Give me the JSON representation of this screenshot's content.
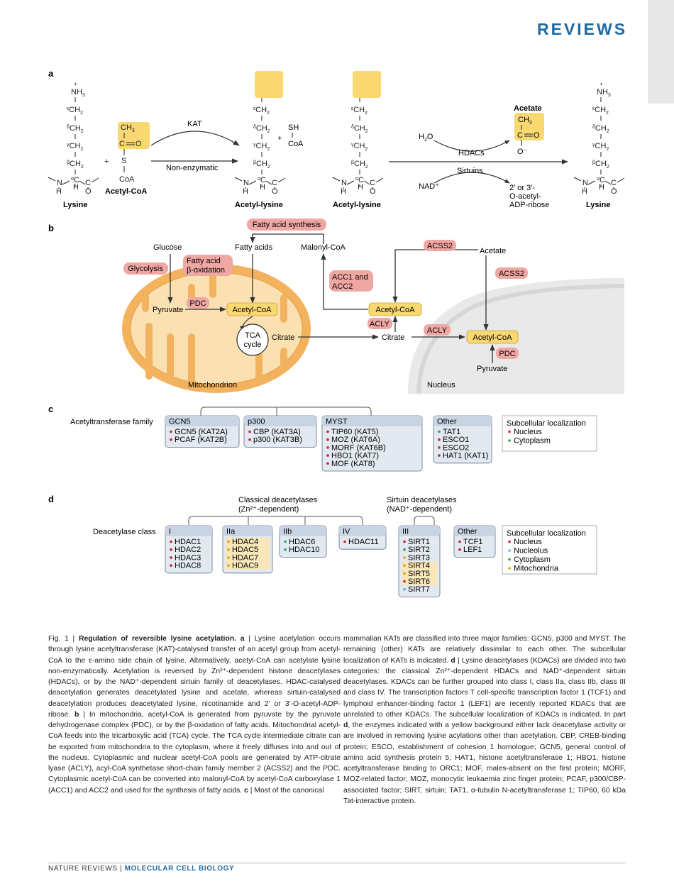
{
  "header": {
    "section": "REVIEWS"
  },
  "panels": {
    "a": {
      "letter": "a",
      "kat": "KAT",
      "nonenzymatic": "Non-enzymatic",
      "plus": "+",
      "hdacs": "HDACs",
      "sirtuins": "Sirtuins",
      "h2o": "H2O",
      "nad": "NAD⁺",
      "acetate": "Acetate",
      "o_minus": "O⁻",
      "oacetyl": [
        "2′ or 3′-",
        "O-acetyl-",
        "ADP-ribose"
      ],
      "labels": [
        "Lysine",
        "Acetyl-CoA",
        "Acetyl-lysine",
        "Acetyl-lysine",
        "Lysine"
      ],
      "sh": "SH",
      "coa": "CoA",
      "s": "S"
    },
    "b": {
      "letter": "b",
      "fatty_acid_synthesis": "Fatty acid synthesis",
      "glucose": "Glucose",
      "fatty_acids": "Fatty acids",
      "malonyl_coa": "Malonyl-CoA",
      "fatty_acid_beta": [
        "Fatty acid",
        "β-oxidation"
      ],
      "glycolysis": "Glycolysis",
      "acss2": "ACSS2",
      "acetate": "Acetate",
      "acc": [
        "ACC1 and",
        "ACC2"
      ],
      "pyruvate": "Pyruvate",
      "pdc": "PDC",
      "acetyl_coa": "Acetyl-CoA",
      "tca": [
        "TCA",
        "cycle"
      ],
      "citrate": "Citrate",
      "acly": "ACLY",
      "mitochondrion": "Mitochondrion",
      "nucleus": "Nucleus"
    },
    "c": {
      "letter": "c",
      "family_label": "Acetyltransferase family",
      "families": [
        {
          "name": "GCN5",
          "items": [
            "GCN5 (KAT2A)",
            "PCAF (KAT2B)"
          ]
        },
        {
          "name": "p300",
          "items": [
            "CBP (KAT3A)",
            "p300 (KAT3B)"
          ]
        },
        {
          "name": "MYST",
          "items": [
            "TIP60 (KAT5)",
            "MOZ (KAT6A)",
            "MORF (KAT6B)",
            "HBO1 (KAT7)",
            "MOF (KAT8)"
          ]
        },
        {
          "name": "Other",
          "items": [
            "TAT1",
            "ESCO1",
            "ESCO2",
            "HAT1 (KAT1)"
          ]
        }
      ],
      "legend_title": "Subcellular localization",
      "legend": [
        "Nucleus",
        "Cytoplasm"
      ]
    },
    "d": {
      "letter": "d",
      "class_label": "Deacetylase class",
      "classical": [
        "Classical deacetylases",
        "(Zn²⁺-dependent)"
      ],
      "sirtuin": [
        "Sirtuin deacetylases",
        "(NAD⁺-dependent)"
      ],
      "classes": [
        {
          "name": "I",
          "items": [
            "HDAC1",
            "HDAC2",
            "HDAC3",
            "HDAC8"
          ]
        },
        {
          "name": "IIa",
          "items": [
            "HDAC4",
            "HDAC5",
            "HDAC7",
            "HDAC9"
          ]
        },
        {
          "name": "IIb",
          "items": [
            "HDAC6",
            "HDAC10"
          ]
        },
        {
          "name": "IV",
          "items": [
            "HDAC11"
          ]
        },
        {
          "name": "III",
          "items": [
            "SIRT1",
            "SIRT2",
            "SIRT3",
            "SIRT4",
            "SIRT5",
            "SIRT6",
            "SIRT7"
          ]
        },
        {
          "name": "Other",
          "items": [
            "TCF1",
            "LEF1"
          ]
        }
      ],
      "legend_title": "Subcellular localization",
      "legend": [
        "Nucleus",
        "Nucleolus",
        "Cytoplasm",
        "Mitochondria"
      ]
    }
  },
  "colors": {
    "nucleus": "#c62828",
    "cytoplasm": "#3a9a57",
    "nucleolus": "#5bb5d6",
    "mitochondria": "#e0a11b",
    "enzyme_label": "#efa7a4",
    "acetyl_box": "#f9d872",
    "mito_outer": "#f3b35e",
    "mito_inner": "#fbe1b2"
  },
  "caption": {
    "col1": [
      {
        "t": "Fig. 1 | "
      },
      {
        "t": "Regulation of reversible lysine acetylation. a",
        "b": true
      },
      {
        "t": " | Lysine acetylation occurs through lysine acetyltransferase (KAT)-catalysed transfer of an acetyl group from acetyl-CoA to the ε-amino side chain of lysine. Alternatively, acetyl-CoA can acetylate lysine non-enzymatically. Acetylation is reversed by Zn²⁺-dependent histone deacetylases (HDACs), or by the NAD⁺-dependent sirtuin family of deacetylases. HDAC-catalysed deacetylation generates deacetylated lysine and acetate, whereas sirtuin-catalysed deacetylation produces deacetylated lysine, nicotinamide and 2′ or 3′-O-acetyl-ADP-ribose. "
      },
      {
        "t": "b",
        "b": true
      },
      {
        "t": " | In mitochondria, acetyl-CoA is generated from pyruvate by the pyruvate dehydrogenase complex (PDC), or by the β-oxidation of fatty acids. Mitochondrial acetyl-CoA feeds into the tricarboxylic acid (TCA) cycle. The TCA cycle intermediate citrate can be exported from mitochondria to the cytoplasm, where it freely diffuses into and out of the nucleus. Cytoplasmic and nuclear acetyl-CoA pools are generated by ATP-citrate lyase (ACLY), acyl-CoA synthetase short-chain family member 2 (ACSS2) and the PDC. Cytoplasmic acetyl-CoA can be converted into malonyl-CoA by acetyl-CoA carboxylase 1 (ACC1) and ACC2 and used for the synthesis of fatty acids. "
      },
      {
        "t": "c",
        "b": true
      },
      {
        "t": " | Most of the canonical"
      }
    ],
    "col2": [
      {
        "t": "mammalian KATs are classified into three major families: GCN5, p300 and MYST. The remaining (other) KATs are relatively dissimilar to each other. The subcellular localization of KATs is indicated. "
      },
      {
        "t": "d",
        "b": true
      },
      {
        "t": " | Lysine deacetylases (KDACs) are divided into two categories: the classical Zn²⁺-dependent HDACs and NAD⁺-dependent sirtuin deacetylases. KDACs can be further grouped into class I, class IIa, class IIb, class III and class IV. The transcription factors T cell-specific transcription factor 1 (TCF1) and lymphoid enhancer-binding factor 1 (LEF1) are recently reported KDACs that are unrelated to other KDACs. The subcellular localization of KDACs is indicated. In part "
      },
      {
        "t": "d",
        "b": true
      },
      {
        "t": ", the enzymes indicated with a yellow background either lack deacetylase activity or are involved in removing lysine acylations other than acetylation. CBP, CREB-binding protein; ESCO, establishment of cohesion 1 homologue; GCN5, general control of amino acid synthesis protein 5; HAT1, histone acetyltransferase 1; HBO1, histone acetyltransferase binding to ORC1; MOF, males-absent on the first protein; MORF, MOZ-related factor; MOZ, monocytic leukaemia zinc finger protein; PCAF, p300/CBP-associated factor; SIRT, sirtuin; TAT1, α-tubulin N-acetyltransferase 1; TIP60, 60 kDa Tat-interactive protein."
      }
    ]
  },
  "footer": {
    "journal": "NATURE REVIEWS",
    "sep": " | ",
    "subject": "MOLECULAR CELL BIOLOGY"
  }
}
